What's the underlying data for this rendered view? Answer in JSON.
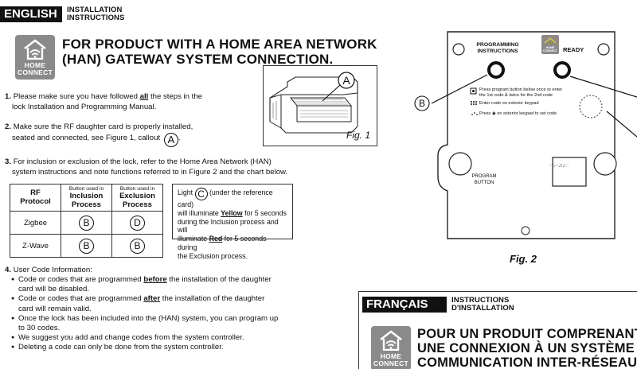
{
  "english_section": {
    "language_tag": "ENGLISH",
    "subtitle_line1": "INSTALLATION",
    "subtitle_line2": "INSTRUCTIONS",
    "logo_text_line1": "HOME",
    "logo_text_line2": "CONNECT",
    "heading_line1": "FOR PRODUCT WITH A HOME AREA NETWORK",
    "heading_line2": "(HAN) GATEWAY SYSTEM CONNECTION."
  },
  "steps": {
    "step1_num": "1.",
    "step1_pre": "Please make sure you have followed ",
    "step1_em": "all",
    "step1_post": " the steps in the",
    "step1_line2": "lock Installation and Programming Manual.",
    "step2_num": "2.",
    "step2_line1": "Make sure the RF daughter card is properly installed,",
    "step2_line2": "seated and connected, see Figure 1, callout",
    "step2_callout": "A",
    "step2_end": ".",
    "step3_num": "3.",
    "step3_line1": "For inclusion or exclusion of the lock, refer to the Home Area Network (HAN)",
    "step3_line2": "system instructions and note functions referred to in Figure 2 and the chart below.",
    "step4_num": "4.",
    "step4_title": "User Code Information:"
  },
  "rf_table": {
    "col1_line1": "RF",
    "col1_line2": "Protocol",
    "col2_small": "Button used in",
    "col2_line1": "Inclusion",
    "col2_line2": "Process",
    "col3_small": "Button used in",
    "col3_line1": "Exclusion",
    "col3_line2": "Process",
    "rows": [
      {
        "protocol": "Zigbee",
        "inclusion": "B",
        "exclusion": "D"
      },
      {
        "protocol": "Z-Wave",
        "inclusion": "B",
        "exclusion": "B"
      }
    ]
  },
  "light_note": {
    "pre": "Light ",
    "callout": "C",
    "line1_post": " (under the reference card)",
    "line2": "will illuminate ",
    "yellow": "Yellow",
    "line2_post": " for 5 seconds",
    "line3": "during the Inclusion process and will",
    "line4": "illuminate ",
    "red": "Red",
    "line4_post": " for 5 seconds during",
    "line5": "the Exclusion process."
  },
  "bullets": {
    "b1_pre": "Code or codes that are programmed ",
    "b1_em": "before",
    "b1_post": " the installation of the daughter",
    "b1_line2": "card will be disabled.",
    "b2_pre": "Code or codes that are programmed ",
    "b2_em": "after",
    "b2_post": " the installation of the daughter",
    "b2_line2": "card will remain valid.",
    "b3_line1": "Once the lock has been included into the (HAN) system, you can program up",
    "b3_line2": "to 30 codes.",
    "b4": "We suggest you add and change codes from the system controller.",
    "b5": "Deleting a code can only be done from the system controller."
  },
  "figure1": {
    "callout": "A",
    "label": "Fig. 1"
  },
  "figure2": {
    "programming_line1": "PROGRAMMING",
    "programming_line2": "INSTRUCTIONS",
    "badge_line1": "HOME",
    "badge_line2": "CONNECT",
    "ready": "READY",
    "callout_b": "B",
    "instr1_line1": "Press program button below once to enter",
    "instr1_line2": "the 1st code & twice for the 2nd code",
    "instr2": "Enter code on exterior keypad",
    "instr3": "Press ◉ on exterior keypad to set code",
    "program_line1": "PROGRAM",
    "program_line2": "BUTTON",
    "caption": "Fig. 2"
  },
  "french_section": {
    "language_tag": "FRANÇAIS",
    "subtitle_line1": "INSTRUCTIONS",
    "subtitle_line2": "D'INSTALLATION",
    "logo_text_line1": "HOME",
    "logo_text_line2": "CONNECT",
    "heading_line1": "POUR UN PRODUIT COMPRENANT",
    "heading_line2": "UNE CONNEXION À UN SYSTÈME",
    "heading_line3": "COMMUNICATION INTER-RÉSEAU"
  }
}
